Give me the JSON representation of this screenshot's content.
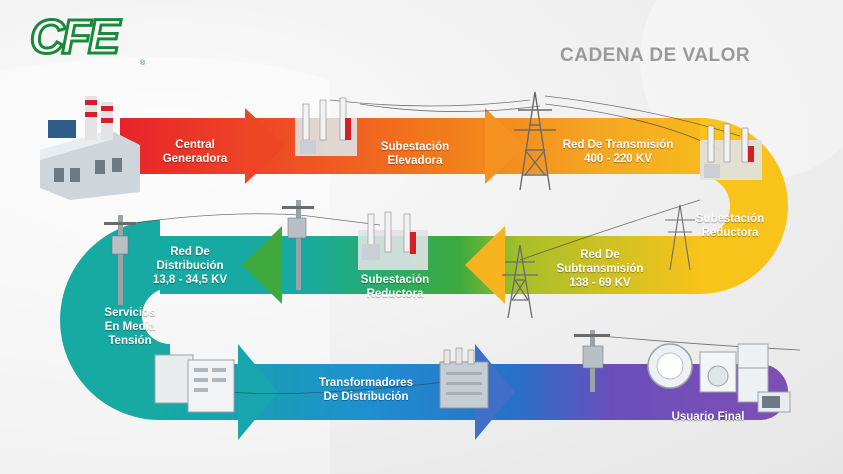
{
  "brand": {
    "logo_text": "CFE",
    "logo_mark": "®"
  },
  "title": "CADENA DE VALOR",
  "stages": {
    "generadora": [
      "Central",
      "Generadora"
    ],
    "elevadora": [
      "Subestación",
      "Elevadora"
    ],
    "transmision": [
      "Red De Transmisión",
      "400 - 220 KV"
    ],
    "reductora_1": [
      "Subestación",
      "Reductora"
    ],
    "subtransmision": [
      "Red De",
      "Subtransmisión",
      "138 - 69 KV"
    ],
    "reductora_2": [
      "Subestación",
      "Reductora"
    ],
    "distribucion": [
      "Red De",
      "Distribución",
      "13,8 - 34,5 KV"
    ],
    "media_tension": [
      "Servicios",
      "En Media",
      "Tensión"
    ],
    "transformadores": [
      "Transformadores",
      "De Distribución"
    ],
    "usuario": [
      "Usuario Final"
    ]
  },
  "colors": {
    "red": "#e8232b",
    "orange": "#f27a1a",
    "amber": "#f5a623",
    "yellow": "#f8c31a",
    "green": "#3eaa3e",
    "teal": "#16aaa3",
    "blue": "#1f7fcc",
    "purple": "#7b4fb5",
    "logo_green": "#1a8a3a",
    "title_gray": "#9a9a9a"
  }
}
